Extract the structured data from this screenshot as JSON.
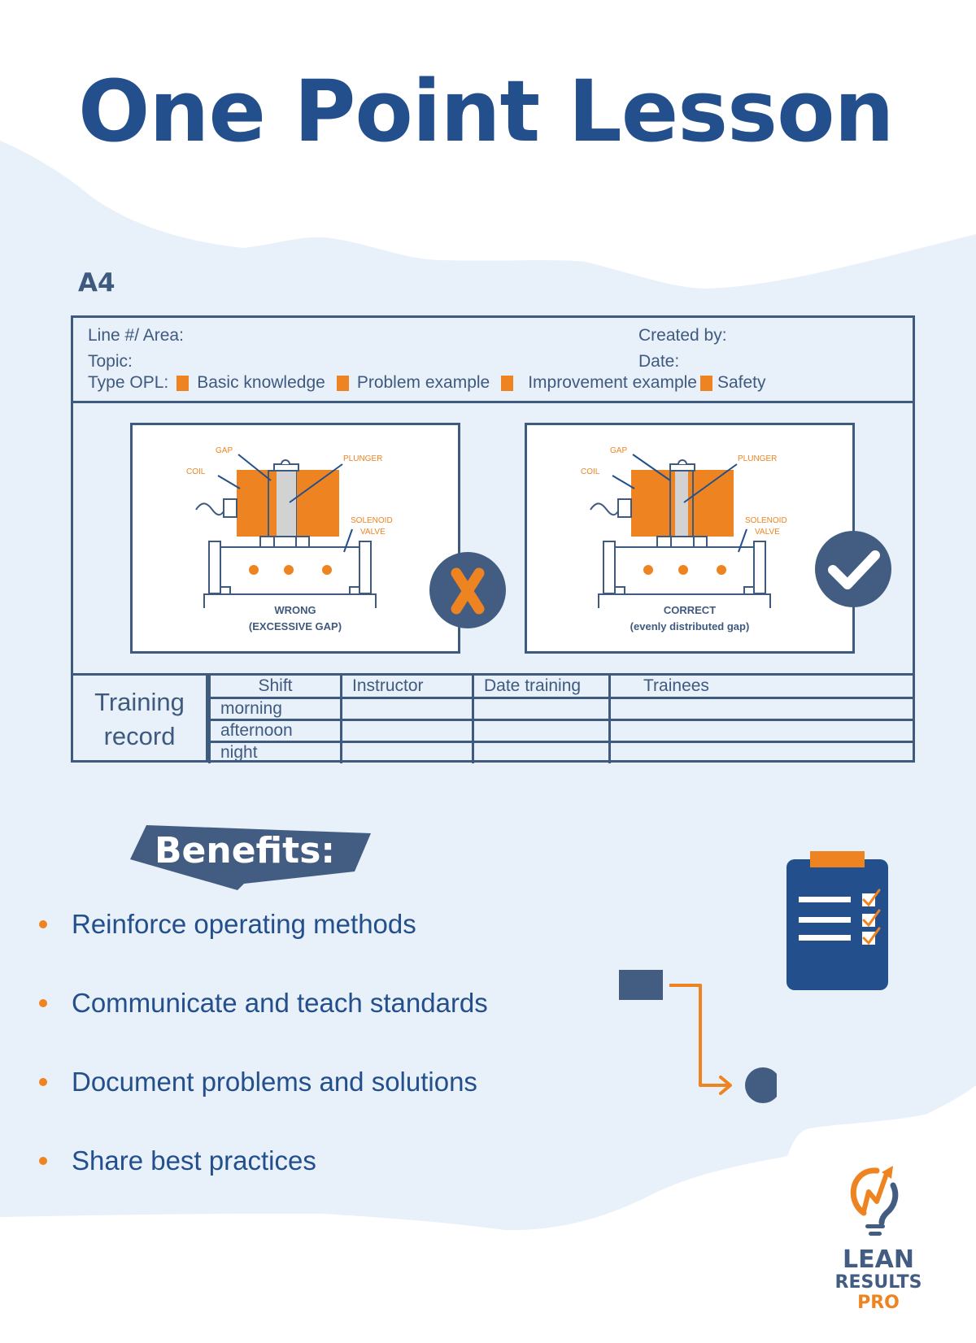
{
  "title": "One Point Lesson",
  "paper_size": "A4",
  "form": {
    "line_area_label": "Line #/ Area:",
    "topic_label": "Topic:",
    "created_by_label": "Created by:",
    "date_label": "Date:",
    "type_label": "Type OPL:",
    "type_options": [
      "Basic knowledge",
      "Problem example",
      "Improvement example",
      "Safety"
    ],
    "accent_color": "#ee8421",
    "examples": [
      {
        "status": "wrong",
        "badge_icon": "x-icon",
        "labels": {
          "gap": "GAP",
          "coil": "COIL",
          "plunger": "PLUNGER",
          "solenoid": "SOLENOID",
          "valve": "VALVE"
        },
        "caption_line1": "WRONG",
        "caption_line2": "(EXCESSIVE GAP)"
      },
      {
        "status": "correct",
        "badge_icon": "check-icon",
        "labels": {
          "gap": "GAP",
          "coil": "COIL",
          "plunger": "PLUNGER",
          "solenoid": "SOLENOID",
          "valve": "VALVE"
        },
        "caption_line1": "CORRECT",
        "caption_line2": "(evenly distributed gap)"
      }
    ],
    "training": {
      "label_line1": "Training",
      "label_line2": "record",
      "columns": [
        "Shift",
        "Instructor",
        "Date training",
        "Trainees"
      ],
      "rows": [
        [
          "morning",
          "",
          "",
          ""
        ],
        [
          "afternoon",
          "",
          "",
          ""
        ],
        [
          "night",
          "",
          "",
          ""
        ]
      ]
    }
  },
  "benefits": {
    "heading": "Benefits:",
    "items": [
      "Reinforce operating methods",
      "Communicate and teach standards",
      "Document problems and solutions",
      "Share best practices"
    ]
  },
  "logo": {
    "line1": "LEAN",
    "line2": "RESULTS",
    "line3": "PRO"
  },
  "colors": {
    "primary_blue": "#234f8c",
    "slate_blue": "#435d82",
    "orange": "#ee8421",
    "light_bg": "#e8f0fa"
  }
}
